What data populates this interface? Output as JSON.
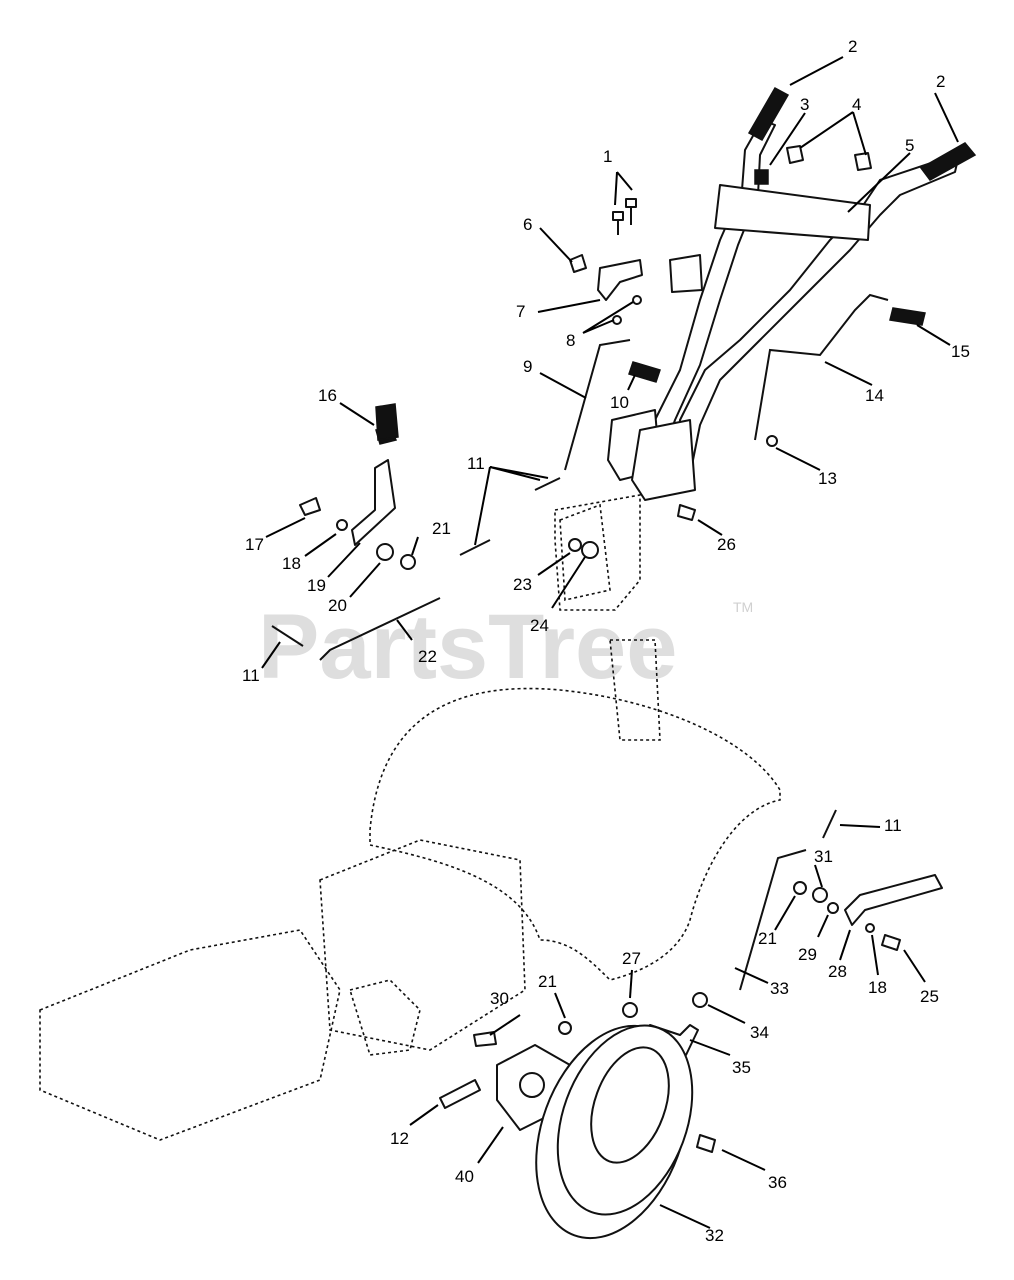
{
  "watermark": {
    "text": "PartsTree",
    "trademark": "TM"
  },
  "callouts": [
    {
      "id": "c1",
      "label": "1"
    },
    {
      "id": "c2a",
      "label": "2"
    },
    {
      "id": "c2b",
      "label": "2"
    },
    {
      "id": "c3",
      "label": "3"
    },
    {
      "id": "c4",
      "label": "4"
    },
    {
      "id": "c5",
      "label": "5"
    },
    {
      "id": "c6",
      "label": "6"
    },
    {
      "id": "c7",
      "label": "7"
    },
    {
      "id": "c8",
      "label": "8"
    },
    {
      "id": "c9",
      "label": "9"
    },
    {
      "id": "c10",
      "label": "10"
    },
    {
      "id": "c11a",
      "label": "11"
    },
    {
      "id": "c11b",
      "label": "11"
    },
    {
      "id": "c11c",
      "label": "11"
    },
    {
      "id": "c12",
      "label": "12"
    },
    {
      "id": "c13",
      "label": "13"
    },
    {
      "id": "c14",
      "label": "14"
    },
    {
      "id": "c15",
      "label": "15"
    },
    {
      "id": "c16",
      "label": "16"
    },
    {
      "id": "c17",
      "label": "17"
    },
    {
      "id": "c18a",
      "label": "18"
    },
    {
      "id": "c18b",
      "label": "18"
    },
    {
      "id": "c19",
      "label": "19"
    },
    {
      "id": "c20",
      "label": "20"
    },
    {
      "id": "c21a",
      "label": "21"
    },
    {
      "id": "c21b",
      "label": "21"
    },
    {
      "id": "c21c",
      "label": "21"
    },
    {
      "id": "c22",
      "label": "22"
    },
    {
      "id": "c23",
      "label": "23"
    },
    {
      "id": "c24",
      "label": "24"
    },
    {
      "id": "c25",
      "label": "25"
    },
    {
      "id": "c26",
      "label": "26"
    },
    {
      "id": "c27",
      "label": "27"
    },
    {
      "id": "c28",
      "label": "28"
    },
    {
      "id": "c29",
      "label": "29"
    },
    {
      "id": "c30",
      "label": "30"
    },
    {
      "id": "c31",
      "label": "31"
    },
    {
      "id": "c32",
      "label": "32"
    },
    {
      "id": "c33",
      "label": "33"
    },
    {
      "id": "c34",
      "label": "34"
    },
    {
      "id": "c35",
      "label": "35"
    },
    {
      "id": "c36",
      "label": "36"
    },
    {
      "id": "c40",
      "label": "40"
    }
  ]
}
